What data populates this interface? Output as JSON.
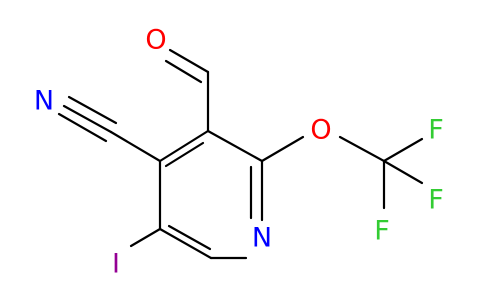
{
  "molecule": {
    "atoms": {
      "oxygen_aldehyde": "O",
      "nitrogen_nitrile": "N",
      "oxygen_ether": "O",
      "fluorine_top": "F",
      "fluorine_right": "F",
      "fluorine_bottom": "F",
      "nitrogen_ring": "N",
      "iodine": "I"
    },
    "colors": {
      "oxygen": "#ff0000",
      "nitrogen": "#0000ff",
      "fluorine": "#33cc33",
      "iodine": "#940094",
      "bond": "#000000"
    }
  }
}
